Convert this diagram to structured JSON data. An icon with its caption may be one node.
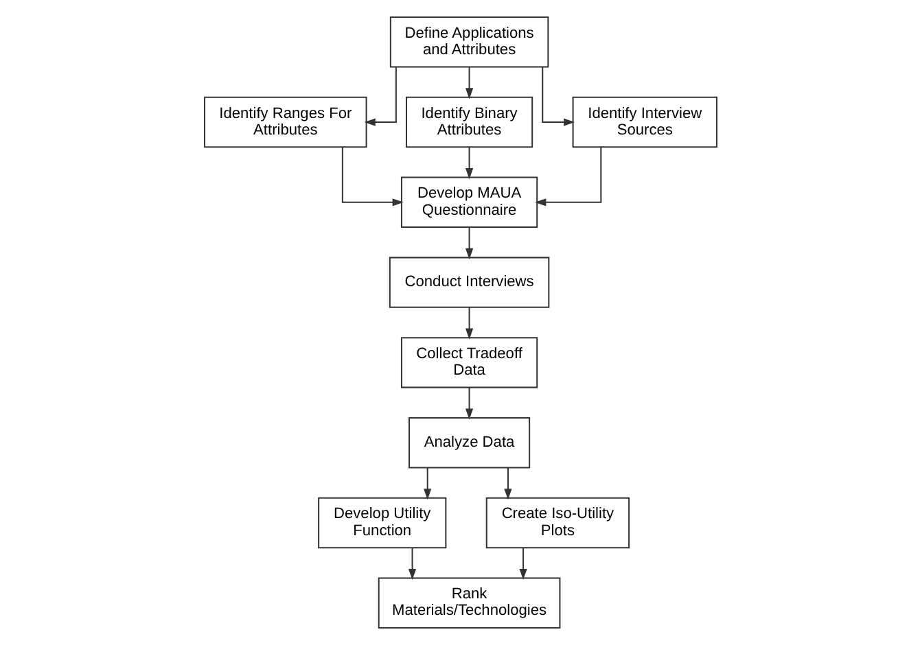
{
  "diagram": {
    "nodes": [
      {
        "text": [
          "Define Applications and Attributes"
        ]
      },
      {
        "text": [
          "Identify Ranges For Attributes"
        ]
      },
      {
        "text": [
          "Identify Binary Attributes"
        ]
      },
      {
        "text": [
          "Identify Interview Sources"
        ]
      },
      {
        "text": [
          "Develop MAUA Questionnaire"
        ]
      },
      {
        "text": [
          "Conduct Interviews"
        ]
      },
      {
        "text": [
          "Collect Tradeoff Data"
        ]
      },
      {
        "text": [
          "Analyze Data"
        ]
      },
      {
        "text": [
          "Develop Utility Function"
        ]
      },
      {
        "text": [
          "Create Iso-Utility Plots"
        ]
      },
      {
        "text": [
          "Rank Materials/Technologies"
        ]
      }
    ],
    "edges": [
      {
        "from": 0,
        "to": 1,
        "arrow": "to"
      },
      {
        "from": 0,
        "to": 2,
        "arrow": "to"
      },
      {
        "from": 0,
        "to": 3,
        "arrow": "to"
      },
      {
        "from": 1,
        "to": 4,
        "arrow": "to"
      },
      {
        "from": 2,
        "to": 4,
        "arrow": "to"
      },
      {
        "from": 3,
        "to": 4,
        "arrow": "to"
      },
      {
        "from": 4,
        "to": 5,
        "arrow": "to"
      },
      {
        "from": 5,
        "to": 6,
        "arrow": "to"
      },
      {
        "from": 6,
        "to": 7,
        "arrow": "to"
      },
      {
        "from": 7,
        "to": 8,
        "arrow": "to"
      },
      {
        "from": 7,
        "to": 9,
        "arrow": "to"
      },
      {
        "from": 8,
        "to": 10,
        "arrow": "to"
      },
      {
        "from": 9,
        "to": 10,
        "arrow": "to"
      }
    ]
  }
}
